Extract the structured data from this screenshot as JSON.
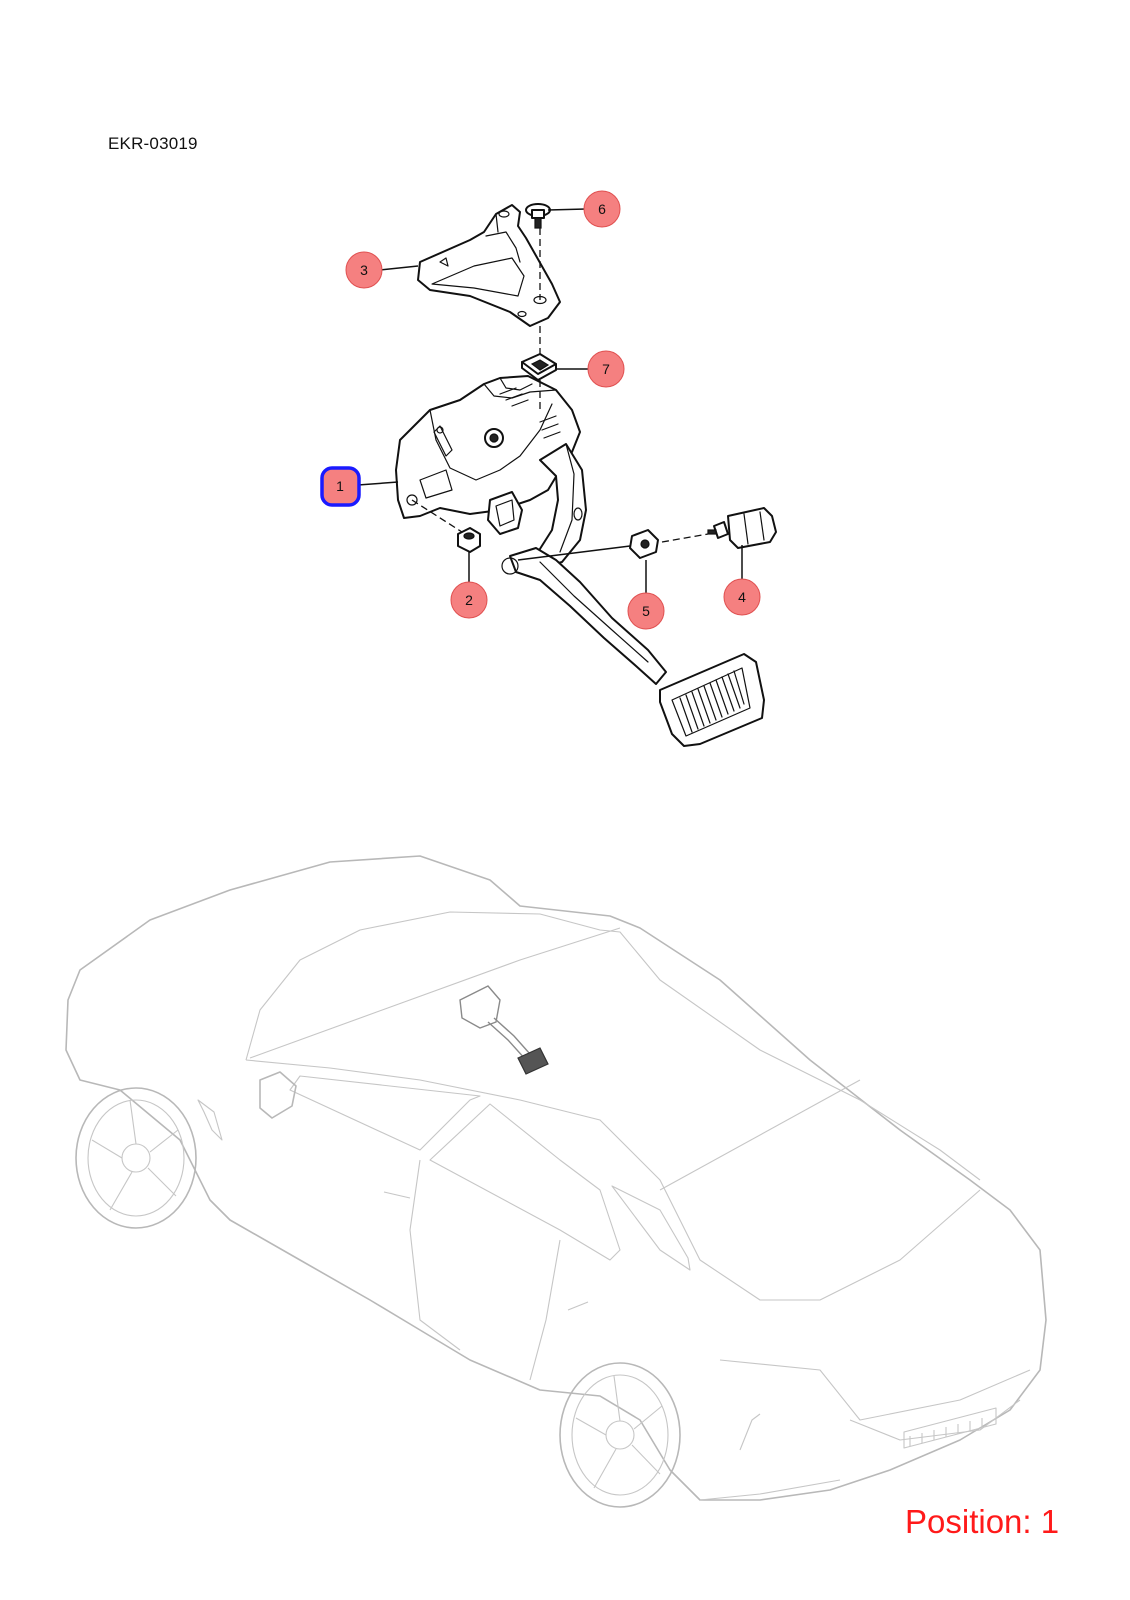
{
  "diagram": {
    "code": "EKR-03019",
    "position_label": "Position: 1",
    "selected_callout": "1",
    "colors": {
      "callout_fill": "#f58080",
      "selection_ring": "#1a1aff",
      "position_text": "#ff1a1a",
      "car_outline": "#b8b8b8"
    }
  },
  "callouts": [
    {
      "id": "1",
      "label": "1"
    },
    {
      "id": "2",
      "label": "2"
    },
    {
      "id": "3",
      "label": "3"
    },
    {
      "id": "4",
      "label": "4"
    },
    {
      "id": "5",
      "label": "5"
    },
    {
      "id": "6",
      "label": "6"
    },
    {
      "id": "7",
      "label": "7"
    }
  ]
}
